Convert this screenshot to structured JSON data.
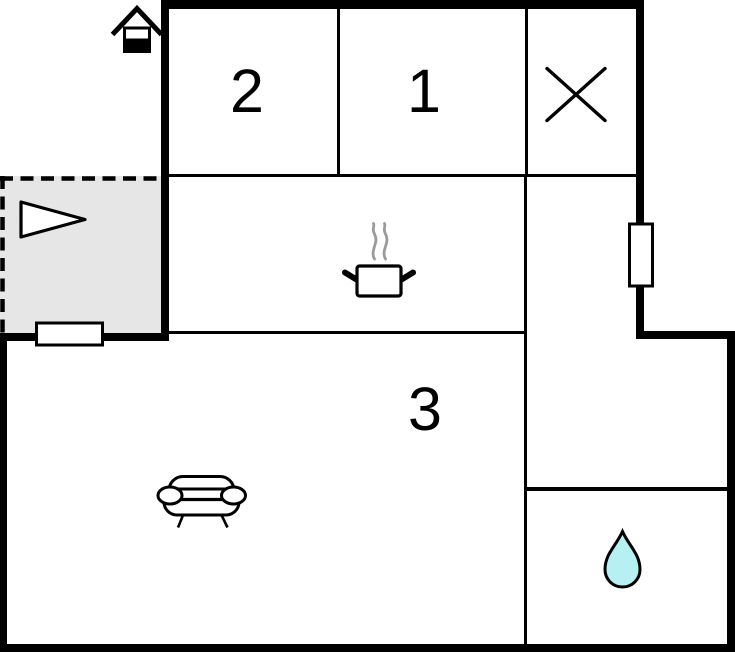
{
  "rooms": [
    {
      "name": "room-2",
      "label": "2"
    },
    {
      "name": "room-1",
      "label": "1"
    },
    {
      "name": "room-3",
      "label": "3"
    }
  ],
  "icons": {
    "house": "house-icon",
    "direction_arrow": "direction-arrow-icon",
    "cross": "cross-marker-icon",
    "cooking_pot": "cooking-pot-icon",
    "steam": "steam-icon",
    "sofa": "sofa-icon",
    "water_drop": "water-drop-icon",
    "window": "window-symbol"
  },
  "colors": {
    "wall": "#000000",
    "background": "#ffffff",
    "terrace": "#e6e6e6",
    "water_drop": "#b6f0f3",
    "steam": "#9a9a9a",
    "label_text": "#000000"
  }
}
